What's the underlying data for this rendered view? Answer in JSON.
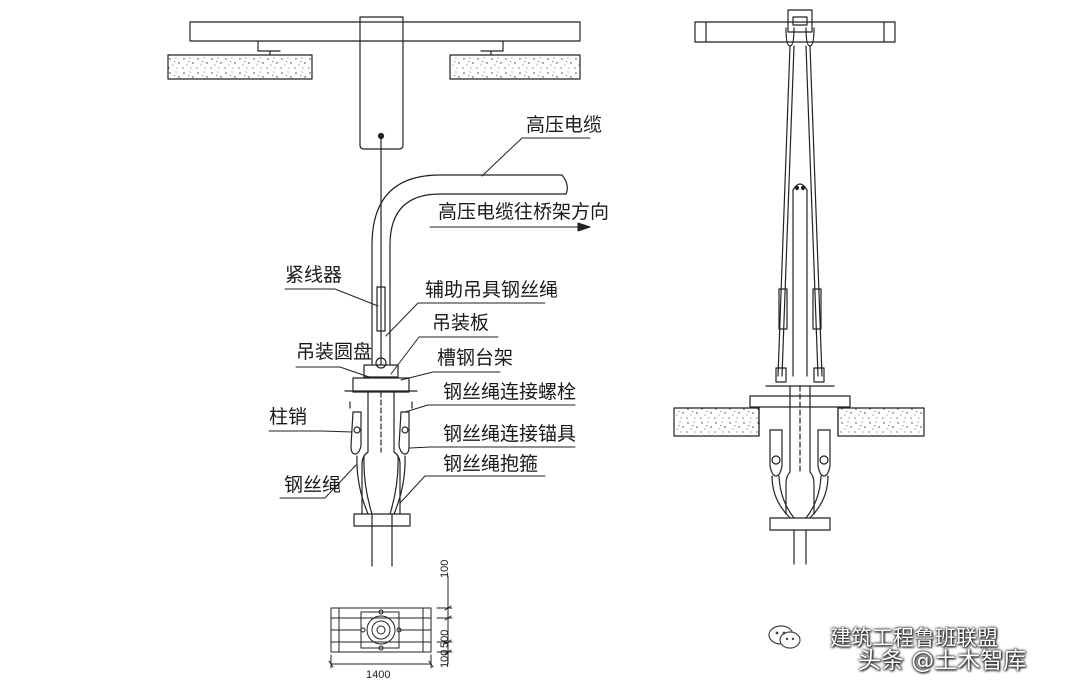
{
  "labels": {
    "hv_cable": "高压电缆",
    "to_bridge": "高压电缆往桥架方向",
    "tensioner": "紧线器",
    "aux_rope": "辅助吊具钢丝绳",
    "lift_plate": "吊装板",
    "lift_disc": "吊装圆盘",
    "channel_frame": "槽钢台架",
    "rope_bolt": "钢丝绳连接螺栓",
    "pin": "柱销",
    "rope_anchor": "钢丝绳连接锚具",
    "wire_rope": "钢丝绳",
    "rope_clamp": "钢丝绳抱箍"
  },
  "dimensions": {
    "width": "1400",
    "d_top": "100",
    "d_mid": "500",
    "d_bot": "100"
  },
  "watermark": {
    "line1": "建筑工程鲁班联盟",
    "line2": "头条 @土木智库",
    "icon": "wechat-icon"
  }
}
